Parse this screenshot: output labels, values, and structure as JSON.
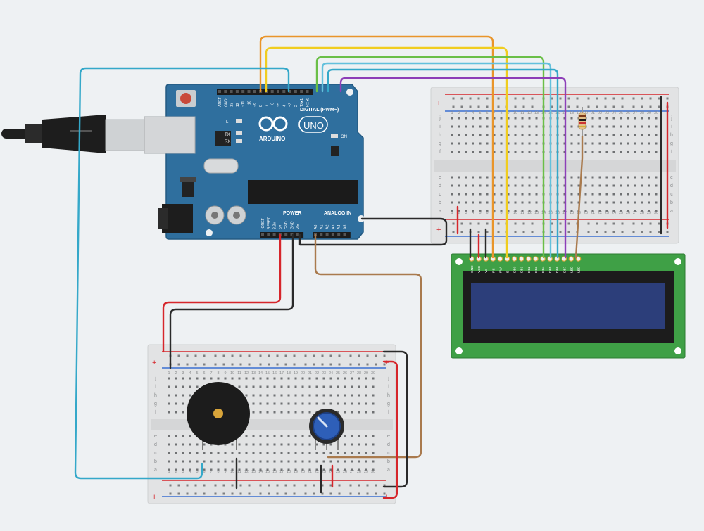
{
  "arduino": {
    "brand": "ARDUINO",
    "model": "UNO",
    "digital_label": "DIGITAL (PWM~)",
    "power_label": "POWER",
    "analog_label": "ANALOG IN",
    "on_label": "ON",
    "l_label": "L",
    "tx_label": "TX",
    "rx_label": "RX",
    "top_pins": [
      "AREF",
      "GND",
      "13",
      "12",
      "~11",
      "~10",
      "~9",
      "8",
      "7",
      "~6",
      "~5",
      "4",
      "~3",
      "2",
      "TX▸1",
      "RX◂0"
    ],
    "power_pins": [
      "IOREF",
      "RESET",
      "3.3V",
      "5V",
      "GND",
      "GND",
      "Vin"
    ],
    "analog_pins": [
      "A0",
      "A1",
      "A2",
      "A3",
      "A4",
      "A5"
    ]
  },
  "breadboard": {
    "row_letters_top": [
      "j",
      "i",
      "h",
      "g",
      "f"
    ],
    "row_letters_bottom": [
      "e",
      "d",
      "c",
      "b",
      "a"
    ],
    "column_numbers": [
      "1",
      "2",
      "3",
      "4",
      "5",
      "6",
      "7",
      "8",
      "9",
      "10",
      "11",
      "12",
      "13",
      "14",
      "15",
      "16",
      "17",
      "18",
      "19",
      "20",
      "21",
      "22",
      "23",
      "24",
      "25",
      "26",
      "27",
      "28",
      "29",
      "30"
    ],
    "plus": "+",
    "minus": "−"
  },
  "lcd": {
    "pins": [
      "GND",
      "VCC",
      "V0",
      "RS",
      "RW",
      "E",
      "DB0",
      "DB1",
      "DB2",
      "DB3",
      "DB4",
      "DB5",
      "DB6",
      "DB7",
      "LED",
      "LED"
    ]
  },
  "colors": {
    "board_blue": "#2f6f9e",
    "wire_orange": "#e9952a",
    "wire_yellow": "#f0cd1f",
    "wire_green": "#6abf47",
    "wire_lightblue": "#4fb6d4",
    "wire_cyan": "#34a8c9",
    "wire_purple": "#8d3fb8",
    "wire_red": "#d6262b",
    "wire_black": "#2a2a2a",
    "wire_brown": "#a97a4d",
    "lcd_green": "#3fa046",
    "lcd_screen": "#2c3e7a"
  }
}
